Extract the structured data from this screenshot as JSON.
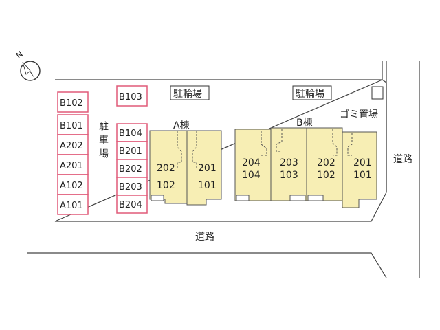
{
  "compass": {
    "label": "N"
  },
  "parking": {
    "label": "駐車場",
    "left_column": [
      "B102",
      "B101",
      "A202",
      "A201",
      "A102",
      "A101"
    ],
    "right_column_top": "B103",
    "right_column": [
      "B104",
      "B201",
      "B202",
      "B203",
      "B204"
    ]
  },
  "bicycle_parking": [
    "駐輪場",
    "駐輪場"
  ],
  "garbage": "ゴミ置場",
  "roads": {
    "east": "道路",
    "south": "道路"
  },
  "building_a": {
    "name": "A棟",
    "units": [
      {
        "upper": "202",
        "lower": "102"
      },
      {
        "upper": "201",
        "lower": "101"
      }
    ]
  },
  "building_b": {
    "name": "B棟",
    "units": [
      {
        "upper": "204",
        "lower": "104"
      },
      {
        "upper": "203",
        "lower": "103"
      },
      {
        "upper": "202",
        "lower": "102"
      },
      {
        "upper": "201",
        "lower": "101"
      }
    ]
  },
  "colors": {
    "unit_fill": "#f7eeb4",
    "parking_border": "#e05a78"
  }
}
